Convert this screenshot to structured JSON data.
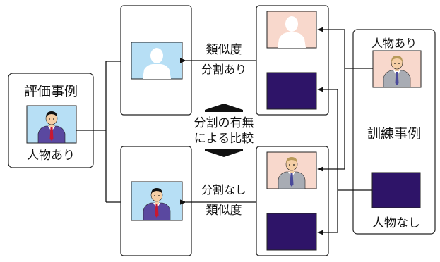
{
  "eval": {
    "title": "評価事例",
    "caption": "人物あり"
  },
  "train": {
    "title": "訓練事例",
    "with_person": "人物あり",
    "without_person": "人物なし"
  },
  "similarity_top": {
    "line1": "類似度",
    "line2": "分割あり"
  },
  "similarity_bottom": {
    "line1": "分割なし",
    "line2": "類似度"
  },
  "comparison": {
    "line1": "分割の有無",
    "line2": "による比較"
  },
  "colors": {
    "silhouette_bg": "#b7dff5",
    "pink_bg": "#f8d8cc",
    "purple_box": "#2e1468",
    "suit": "#5a48a0",
    "tie": "#c81830",
    "gray_suit": "#a8acb4",
    "line": "#111111"
  }
}
